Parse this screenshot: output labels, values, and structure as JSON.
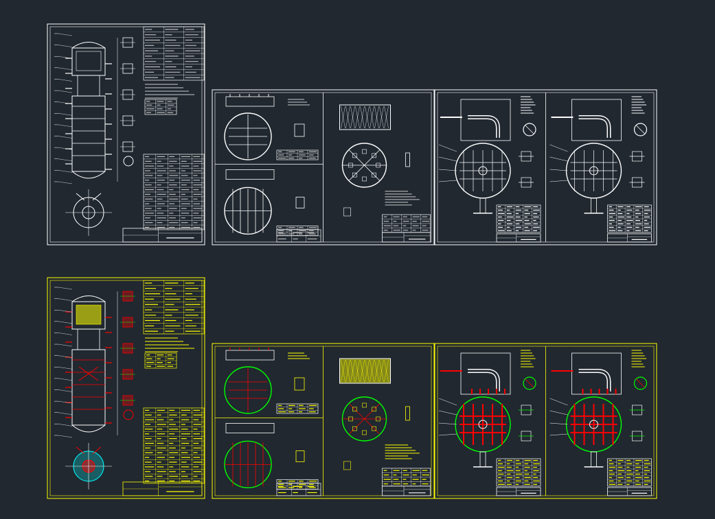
{
  "canvas": {
    "background": "#212830"
  },
  "sheets": [
    {
      "id": "tower-assembly-mono",
      "variant": "mono"
    },
    {
      "id": "tray-plates-mono",
      "variant": "mono"
    },
    {
      "id": "distributors-mono",
      "variant": "mono"
    },
    {
      "id": "tower-assembly-color",
      "variant": "color"
    },
    {
      "id": "tray-plates-color",
      "variant": "color"
    },
    {
      "id": "distributors-color",
      "variant": "color"
    }
  ],
  "palette": {
    "mono_line": "#ffffff",
    "color_frame": "#ffff00",
    "color_accent": "#ff0000",
    "color_green": "#00ff00",
    "color_cyan": "#00ffff",
    "color_white": "#ffffff"
  }
}
